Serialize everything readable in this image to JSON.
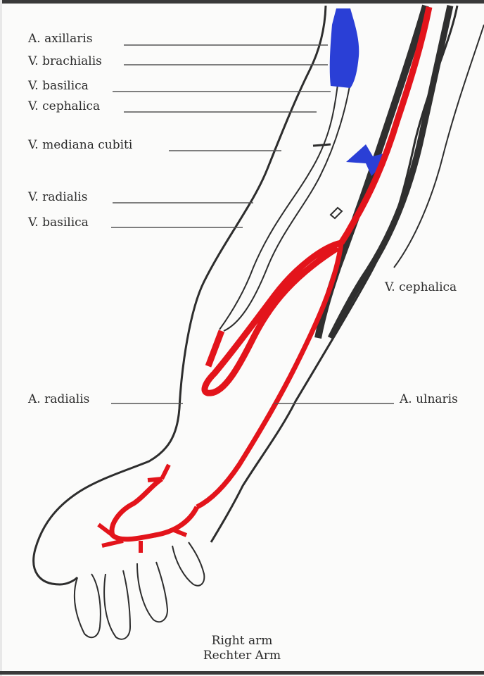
{
  "labels": {
    "axillaris": "A. axillaris",
    "brachialis": "V. brachialis",
    "basilica_upper": "V. basilica",
    "cephalica_left": "V. cephalica",
    "mediana_cubiti": "V. mediana cubiti",
    "radialis_v": "V. radialis",
    "basilica_lower": "V. basilica",
    "cephalica_right": "V. cephalica",
    "radialis_a": "A. radialis",
    "ulnaris_a": "A. ulnaris"
  },
  "caption": {
    "line1": "Right arm",
    "line2": "Rechter Arm"
  },
  "colors": {
    "artery": "#e3141b",
    "vein": "#2a3fd6",
    "outline": "#2d2d2d",
    "dark_vein": "#2f2f2f"
  }
}
